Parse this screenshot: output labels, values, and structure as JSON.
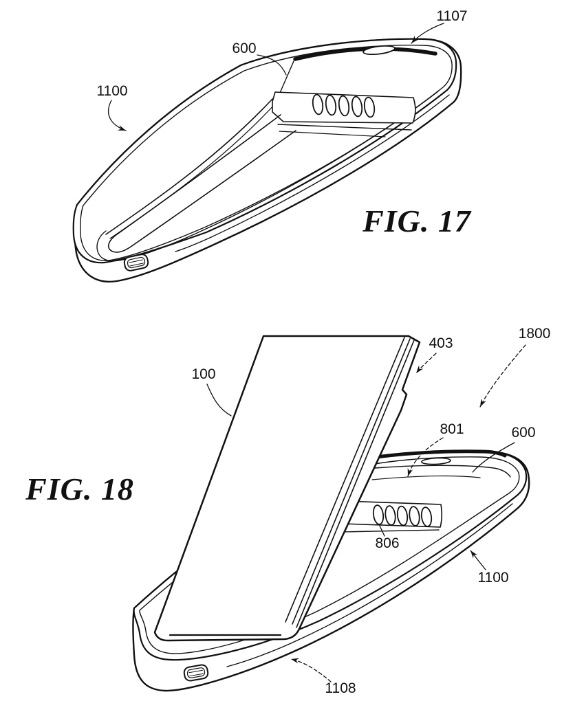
{
  "drawing": {
    "background_color": "#ffffff",
    "ink_color": "#111111"
  },
  "fig17": {
    "caption": "FIG. 17",
    "refs": {
      "r1107": "1107",
      "r600": "600",
      "r1100": "1100"
    }
  },
  "fig18": {
    "caption": "FIG. 18",
    "refs": {
      "r100": "100",
      "r403": "403",
      "r1800": "1800",
      "r801": "801",
      "r600": "600",
      "r806": "806",
      "r1100": "1100",
      "r1108": "1108"
    }
  }
}
